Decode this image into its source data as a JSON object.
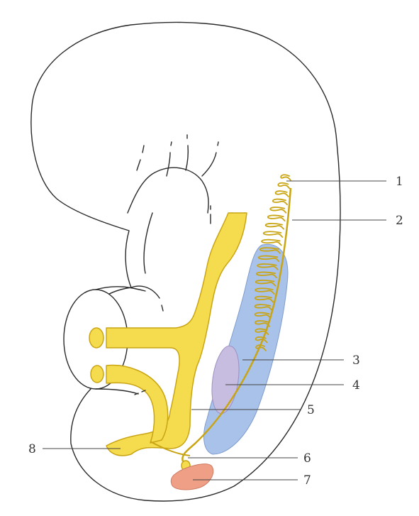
{
  "labels": [
    "1",
    "2",
    "3",
    "4",
    "5",
    "6",
    "7",
    "8"
  ],
  "colors": {
    "yellow_fill": "#f5dc4e",
    "yellow_stroke": "#c9a514",
    "blue_fill": "#a9c2ea",
    "purple_fill": "#c7bde0",
    "pink_fill": "#ee9f86",
    "outline": "#2a2a2a"
  }
}
